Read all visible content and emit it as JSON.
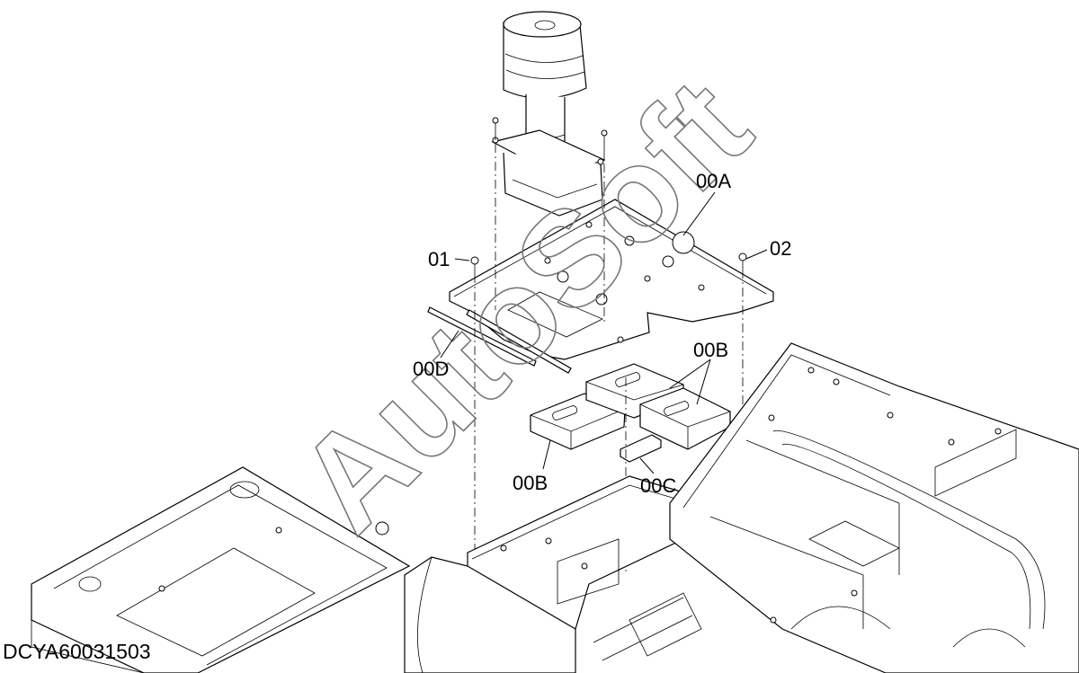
{
  "drawing": {
    "document_id": "DCYA60031503",
    "watermark": "AutoSoft",
    "callouts": {
      "part_00A": "00A",
      "part_02": "02",
      "part_01": "01",
      "part_00B_top": "00B",
      "part_00D": "00D",
      "part_00B_bottom": "00B",
      "part_00C": "00C"
    }
  }
}
